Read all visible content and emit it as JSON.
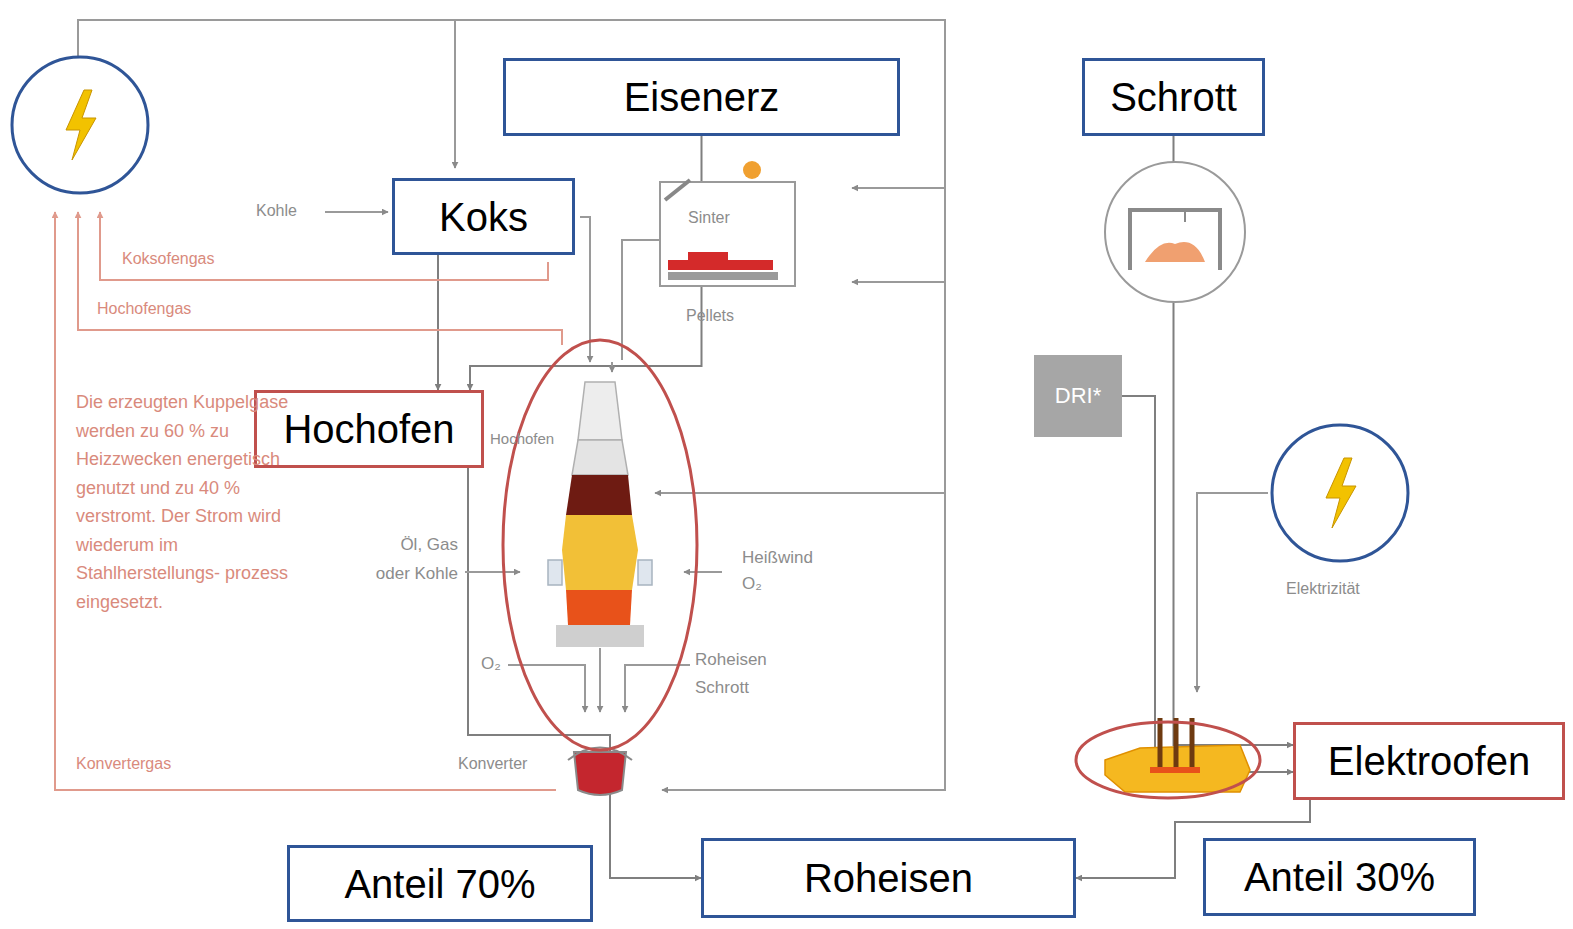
{
  "diagram": {
    "nodes": [
      {
        "text": [
          "Eisenerz"
        ]
      },
      {
        "text": [
          "Schrott"
        ]
      },
      {
        "text": [
          "Koks"
        ]
      },
      {
        "text": [
          "Hochofen"
        ]
      },
      {
        "text": [
          "DRI*"
        ]
      },
      {
        "text": [
          "Elektroofen"
        ]
      },
      {
        "text": [
          "Anteil 70%"
        ]
      },
      {
        "text": [
          "Roheisen"
        ]
      },
      {
        "text": [
          "Anteil 30%"
        ]
      }
    ],
    "edges": [
      {
        "from": 2,
        "to": 3,
        "arrow": "to"
      },
      {
        "from": 0,
        "to": 3,
        "arrow": "to"
      },
      {
        "from": 3,
        "to": 7,
        "arrow": "to"
      },
      {
        "from": 5,
        "to": 7,
        "arrow": "to"
      },
      {
        "from": 1,
        "to": 5,
        "arrow": "to"
      },
      {
        "from": 4,
        "to": 5,
        "arrow": "to"
      }
    ],
    "labels": [
      "Kohle",
      "Koksofengas",
      "Hochofengas",
      "Sinter",
      "Pellets",
      "Die erzeugten Kuppelgase werden zu 60 % zu Heizzwecken energetisch genutzt und zu 40 % verstromt. Der Strom wird wiederum im Stahlherstellungs- prozess eingesetzt.",
      "Hochofen",
      "Öl, Gas oder Kohle",
      "Heißwind O₂",
      "O₂",
      "Roheisen Schrott",
      "Konvertergas",
      "Konverter",
      "Elektrizität"
    ]
  }
}
